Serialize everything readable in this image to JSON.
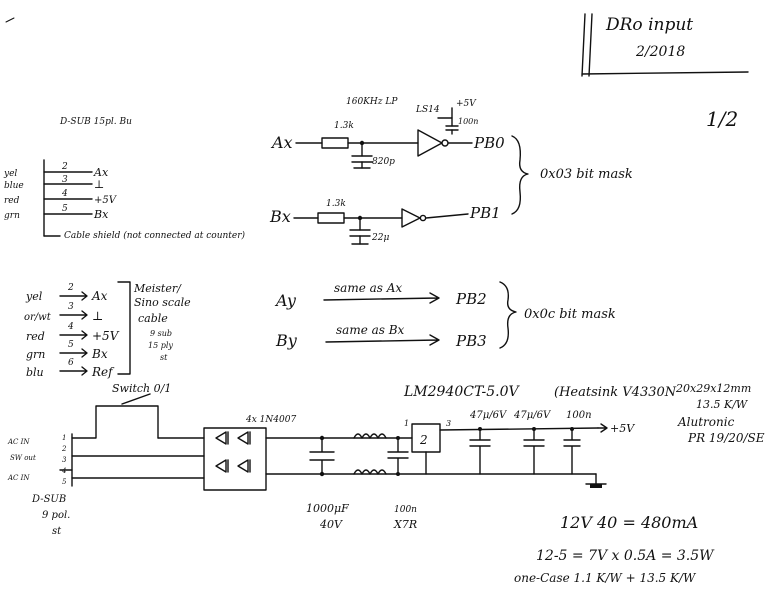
{
  "header": {
    "title": "DRo input",
    "date": "2/2018",
    "sheet": "1/2"
  },
  "dsub_top": {
    "title": "D-SUB 15pl. Bu",
    "pin_labels": [
      "yel",
      "blue",
      "red",
      "grn"
    ],
    "pin_numbers": [
      "2",
      "3",
      "4",
      "5"
    ],
    "signals": [
      "Ax",
      "⊥",
      "+5V",
      "Bx"
    ],
    "shield_note": "Cable shield (not connected at counter)"
  },
  "circuit_ax": {
    "input": "Ax",
    "chip": "160KHz LP",
    "resistor": "1.3k",
    "cap": "820p",
    "buffer": "LS14",
    "supply": "+5V",
    "decoupling": "100n",
    "output": "PB0"
  },
  "circuit_bx": {
    "input": "Bx",
    "resistor": "1.3k",
    "cap": "22μ",
    "output": "PB1"
  },
  "mask1": "0x03 bit mask",
  "dsub_mid": {
    "rows": [
      {
        "color": "yel",
        "pin": "2",
        "signal": "Ax"
      },
      {
        "color": "or/wt",
        "pin": "3",
        "signal": "⊥"
      },
      {
        "color": "red",
        "pin": "4",
        "signal": "+5V"
      },
      {
        "color": "grn",
        "pin": "5",
        "signal": "Bx"
      },
      {
        "color": "blu",
        "pin": "6",
        "signal": "Ref"
      }
    ],
    "cable_note": [
      "Meister/",
      "Sino scale",
      "cable",
      "9 sub",
      "15 ply",
      "st"
    ]
  },
  "same": {
    "ay_in": "Ay",
    "ay_text": "same as Ax",
    "ay_out": "PB2",
    "by_in": "By",
    "by_text": "same as Bx",
    "by_out": "PB3"
  },
  "mask2": "0x0c bit mask",
  "power": {
    "regulator": "LM2940CT-5.0V",
    "heatsink": "(Heatsink V4330N",
    "heatsink_size": "20x29x12mm",
    "heatsink_rth": "13.5 K/W",
    "vendor": "Alutronic",
    "vendor_part": "PR 19/20/SE",
    "switch": "Switch 0/1",
    "diodes": "4x 1N4007",
    "reg_pin1": "1",
    "reg_pin2": "2",
    "reg_pin3": "3",
    "caps": [
      "47μ/6V",
      "47μ/6V",
      "100n"
    ],
    "output": "+5V",
    "input_labels": [
      "AC IN",
      "SW out",
      "AC IN"
    ],
    "conn_pins": [
      "1",
      "2",
      "3",
      "4",
      "5"
    ],
    "dsub_note": [
      "D-SUB",
      "9 pol.",
      "st"
    ],
    "cap_in": [
      "1000μF",
      "40V"
    ],
    "cap_x": [
      "100n",
      "X7R"
    ]
  },
  "calc": {
    "line1": "12V 40 = 480mA",
    "line2": "12-5 = 7V x 0.5A = 3.5W",
    "line3": "one-Case 1.1 K/W + 13.5 K/W"
  }
}
